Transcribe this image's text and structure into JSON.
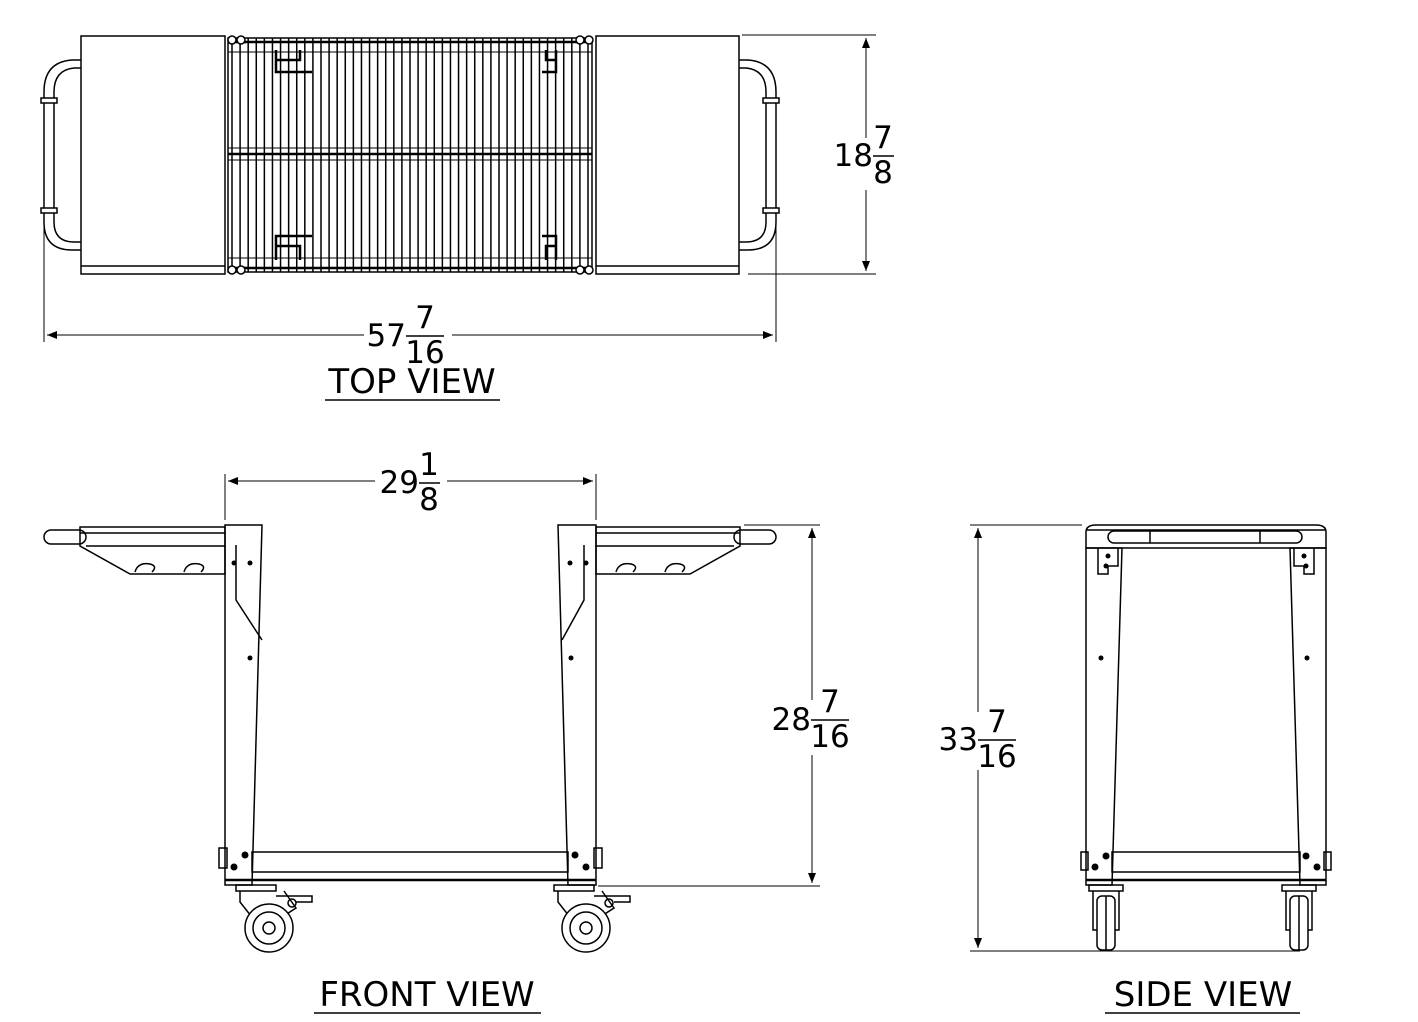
{
  "views": {
    "top": {
      "title": "TOP VIEW"
    },
    "front": {
      "title": "FRONT VIEW"
    },
    "side": {
      "title": "SIDE VIEW"
    }
  },
  "dimensions": {
    "top_width": {
      "whole": "57",
      "num": "7",
      "den": "16"
    },
    "top_depth": {
      "whole": "18",
      "num": "7",
      "den": "8"
    },
    "front_span": {
      "whole": "29",
      "num": "1",
      "den": "8"
    },
    "front_height": {
      "whole": "28",
      "num": "7",
      "den": "16"
    },
    "side_height": {
      "whole": "33",
      "num": "7",
      "den": "16"
    }
  }
}
